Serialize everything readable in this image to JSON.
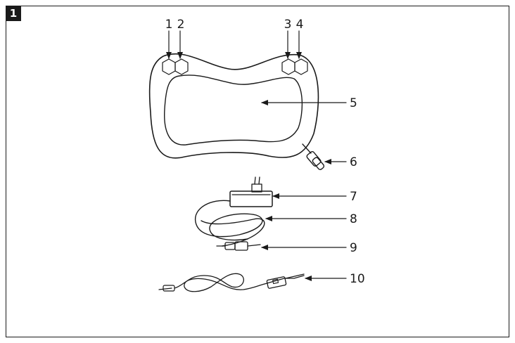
{
  "figure": {
    "number": "1"
  },
  "callouts": {
    "c1": "1",
    "c2": "2",
    "c3": "3",
    "c4": "4",
    "c5": "5",
    "c6": "6",
    "c7": "7",
    "c8": "8",
    "c9": "9",
    "c10": "10"
  },
  "colors": {
    "ink": "#1a1a1a",
    "background": "#ffffff"
  }
}
